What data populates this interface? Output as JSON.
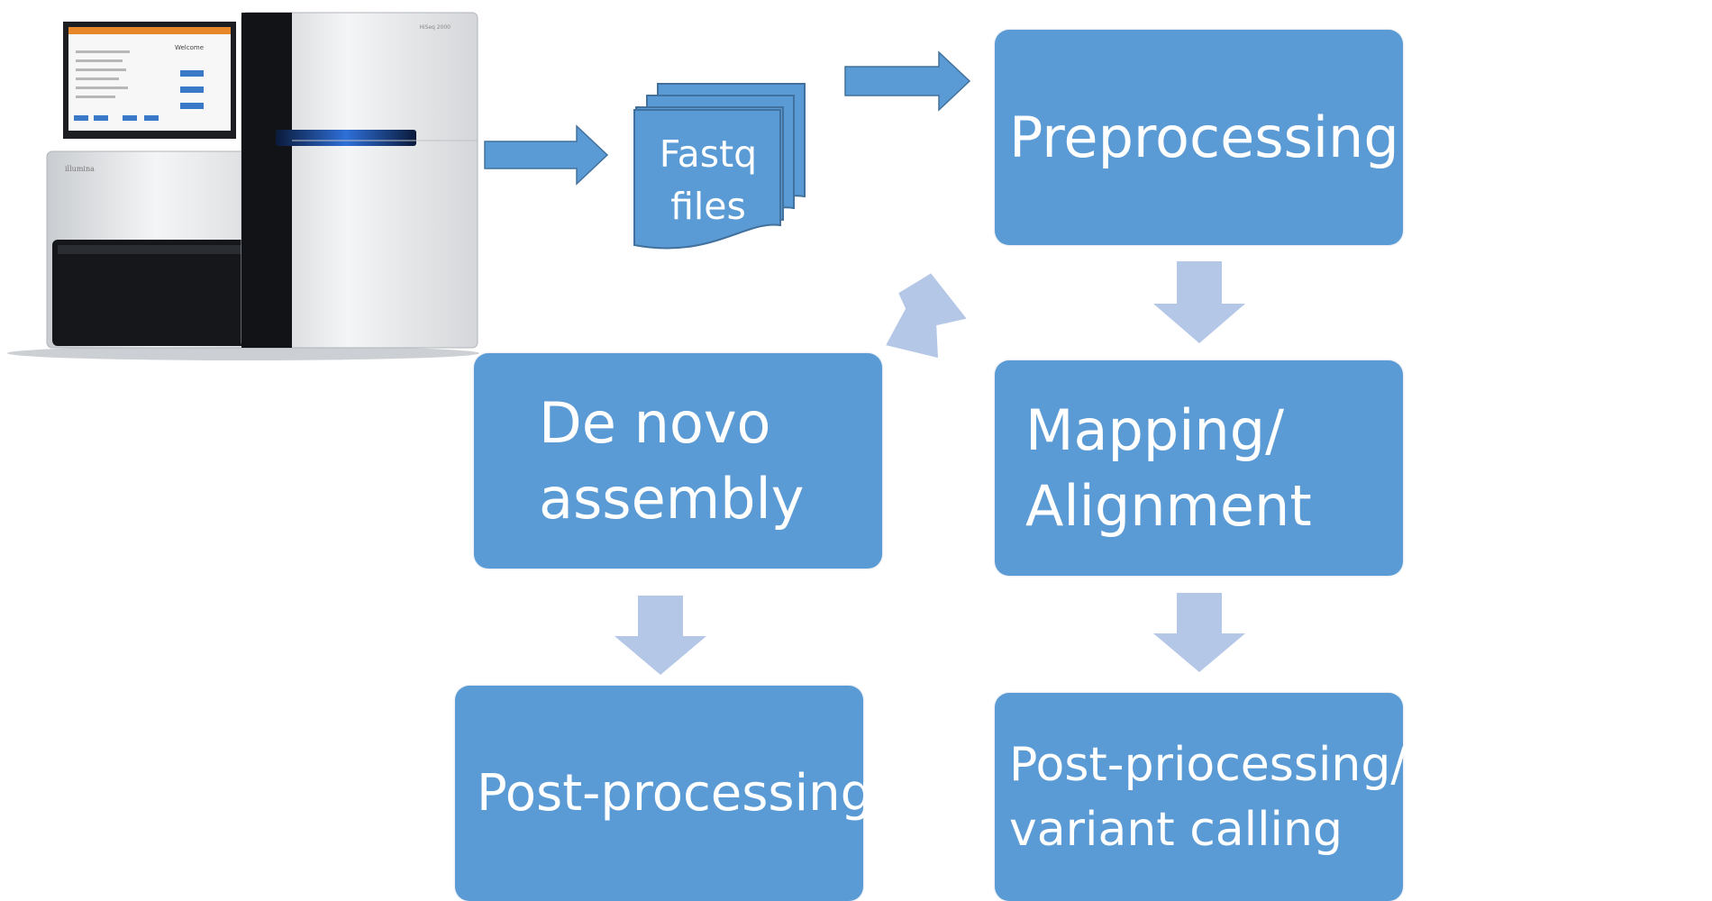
{
  "instrument": {
    "screen_title": "Welcome",
    "model_label": "HiSeq 2000",
    "brand_label": "illumina"
  },
  "fastq": {
    "line1": "Fastq",
    "line2": "files"
  },
  "boxes": {
    "preprocessing": {
      "line1": "Preprocessing"
    },
    "mapping": {
      "line1": "Mapping/",
      "line2": "Alignment"
    },
    "denovo": {
      "line1": "De novo",
      "line2": "assembly"
    },
    "postproc_left": {
      "line1": "Post-processing"
    },
    "postproc_right": {
      "line1": "Post-priocessing/",
      "line2": "variant calling"
    }
  },
  "colors": {
    "box_fill": "#5b9bd5",
    "solid_arrow": "#5b9bd5",
    "light_arrow": "#b4c7e7",
    "text": "#ffffff"
  },
  "icons": [
    "sequencer-instrument-image",
    "document-stack-icon",
    "arrow-right-icon",
    "arrow-down-icon",
    "arrow-down-left-icon"
  ]
}
